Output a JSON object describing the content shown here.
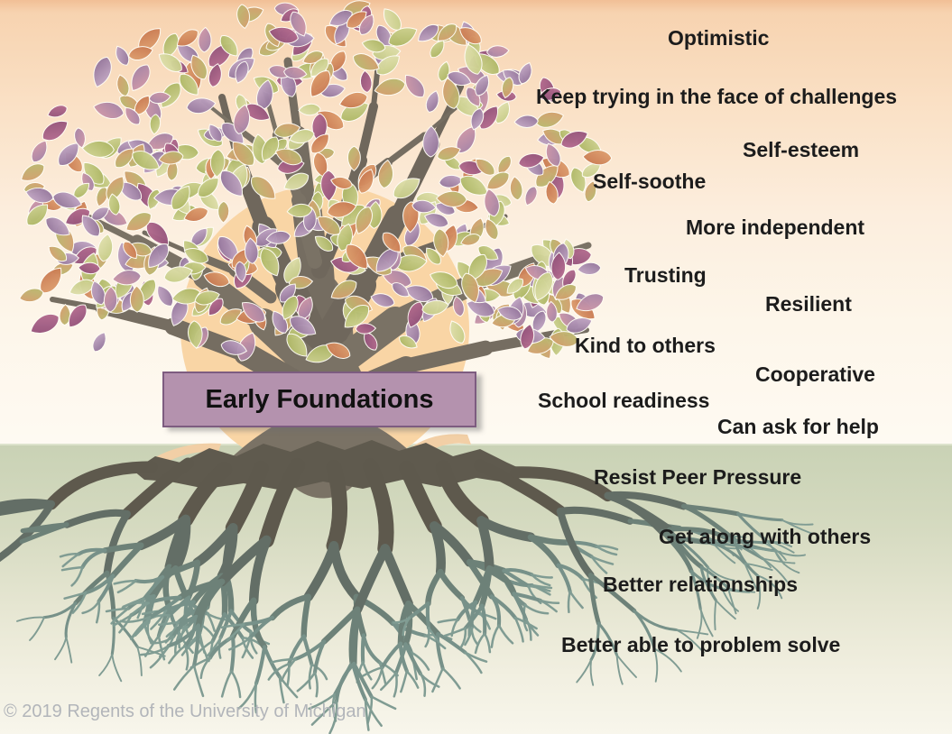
{
  "center_label": {
    "text": "Early Foundations"
  },
  "traits": [
    {
      "text": "Optimistic"
    },
    {
      "text": "Keep trying in the face of challenges"
    },
    {
      "text": "Self-esteem"
    },
    {
      "text": "Self-soothe"
    },
    {
      "text": "More independent"
    },
    {
      "text": "Trusting"
    },
    {
      "text": "Resilient"
    },
    {
      "text": "Kind to others"
    },
    {
      "text": "Cooperative"
    },
    {
      "text": "School readiness"
    },
    {
      "text": "Can ask for help"
    },
    {
      "text": "Resist Peer Pressure"
    },
    {
      "text": "Get along with others"
    },
    {
      "text": "Better relationships"
    },
    {
      "text": "Better able to problem solve"
    }
  ],
  "footer": {
    "copyright": "© 2019 Regents of the University of Michigan"
  },
  "illustration": {
    "description": "Autumn tree: leafy canopy above ground line, large root system below; peach sun circle behind trunk",
    "sky_top_color": "#f1bf96",
    "ground_color": "#c9d2b5",
    "sun_color": "#f9d5a5",
    "trunk_colors": [
      "#7a7265",
      "#756d61",
      "#6f675c"
    ],
    "root_mass_color": "#5f5a4e",
    "root_depth_colors": [
      "#5e594d",
      "#636e66",
      "#6d8178",
      "#779189",
      "#809c93"
    ],
    "soil_highlight_color": "#f2cfa6",
    "leaf_outline_color": "#fffdf5",
    "leaf_gradients": [
      [
        "#a9b35f",
        "#d3d697"
      ],
      [
        "#c3ca82",
        "#e4e3b4"
      ],
      [
        "#8e6f96",
        "#c9afcb"
      ],
      [
        "#a182a6",
        "#d59aa8"
      ],
      [
        "#e0a372",
        "#c6744d"
      ],
      [
        "#b6bd70",
        "#d99a6e"
      ],
      [
        "#b96f92",
        "#8e4f77"
      ]
    ],
    "box_fill": "#b492ae",
    "box_border": "#7d5c80"
  }
}
